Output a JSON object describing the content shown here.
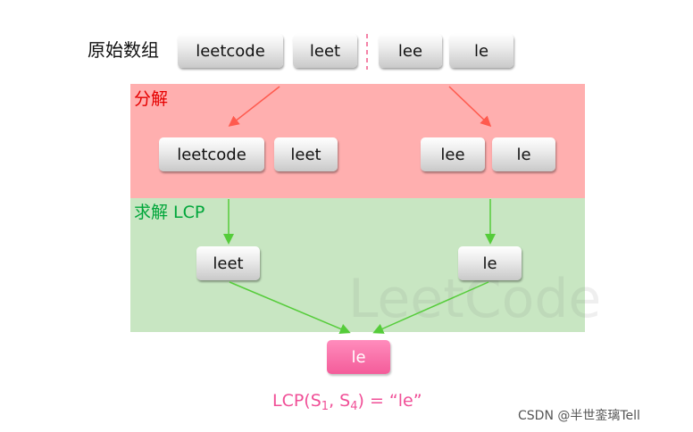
{
  "title": "原始数组",
  "original_array": [
    "leetcode",
    "leet",
    "lee",
    "le"
  ],
  "decompose_label": "分解",
  "decomposed": [
    "leetcode",
    "leet",
    "lee",
    "le"
  ],
  "solve_label": "求解 LCP",
  "solved": [
    "leet",
    "le"
  ],
  "result": "le",
  "formula": {
    "prefix": "LCP(S",
    "sub1": "1",
    "mid": ", S",
    "sub2": "4",
    "suffix": ")  = “le”"
  },
  "background_watermark": "LeetCode",
  "watermark": "CSDN @半世銮璃Tell",
  "colors": {
    "decompose_band": "#ffafaf",
    "solve_band": "#c8e6c2",
    "decompose_arrow": "#ff5a4e",
    "solve_arrow": "#55cc3a",
    "result_box": "#f45c9a"
  }
}
